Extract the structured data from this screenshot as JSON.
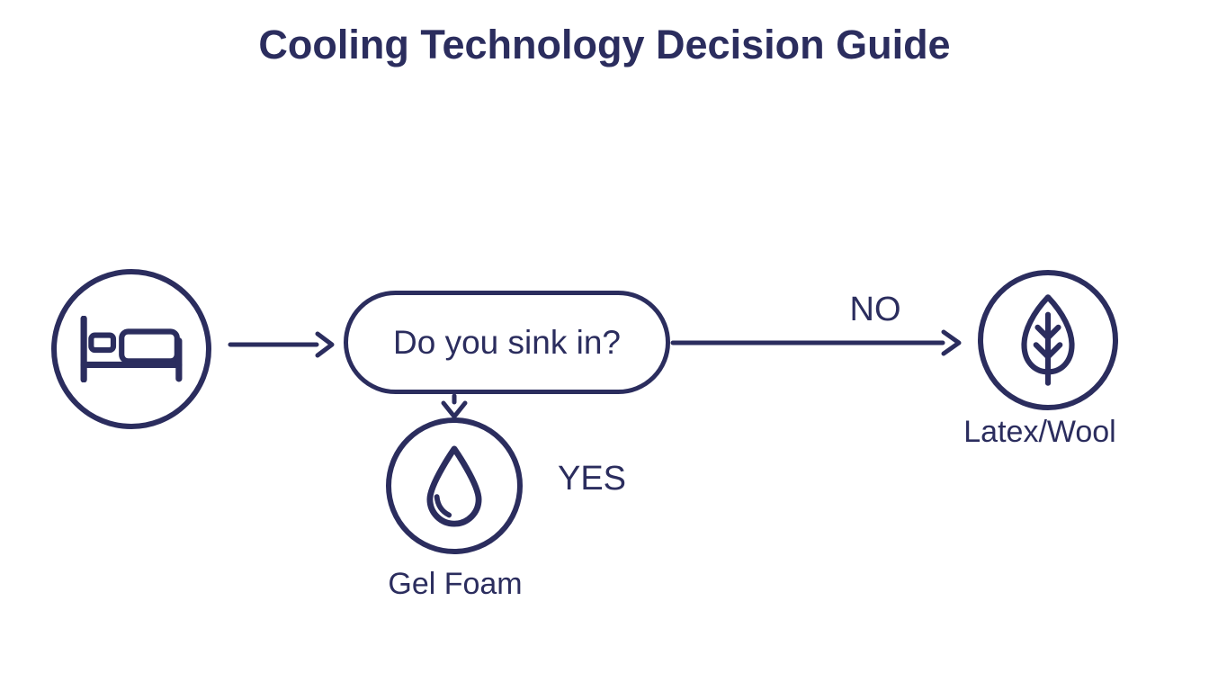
{
  "title": "Cooling Technology Decision Guide",
  "colors": {
    "ink": "#2b2d5e",
    "background": "#ffffff"
  },
  "diagram": {
    "start": {
      "icon": "bed-icon"
    },
    "decision_label": "Do you sink in?",
    "no_label": "NO",
    "yes_label": "YES",
    "outcomes": {
      "yes": {
        "label": "Gel Foam",
        "icon": "droplet-icon"
      },
      "no": {
        "label": "Latex/Wool",
        "icon": "leaf-icon"
      }
    }
  }
}
